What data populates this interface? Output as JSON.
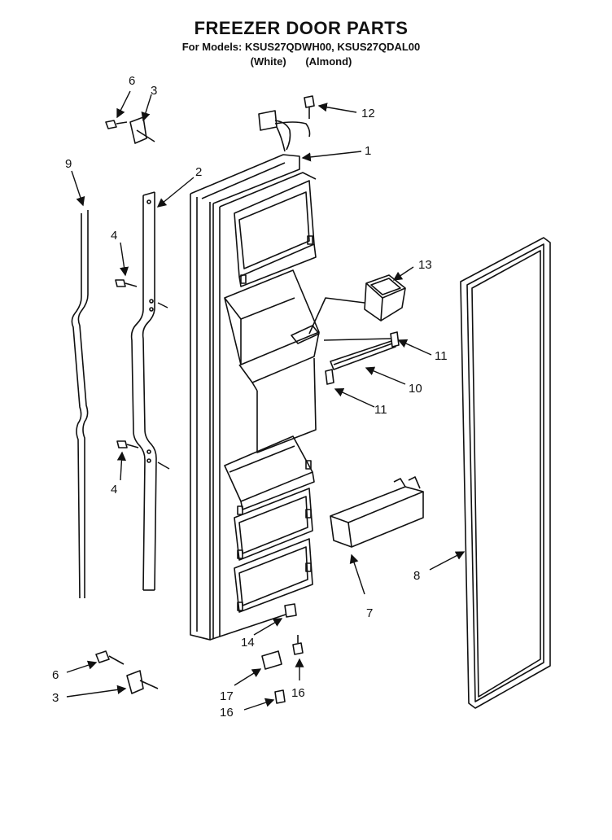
{
  "header": {
    "title": "FREEZER DOOR PARTS",
    "models": "For Models: KSUS27QDWH00, KSUS27QDAL00",
    "color_white": "(White)",
    "color_almond": "(Almond)"
  },
  "callouts": {
    "c1": "1",
    "c2": "2",
    "c3a": "3",
    "c3b": "3",
    "c4a": "4",
    "c4b": "4",
    "c6a": "6",
    "c6b": "6",
    "c7": "7",
    "c8": "8",
    "c9": "9",
    "c10": "10",
    "c11a": "11",
    "c11b": "11",
    "c12": "12",
    "c13": "13",
    "c14": "14",
    "c16a": "16",
    "c16b": "16",
    "c17": "17"
  }
}
